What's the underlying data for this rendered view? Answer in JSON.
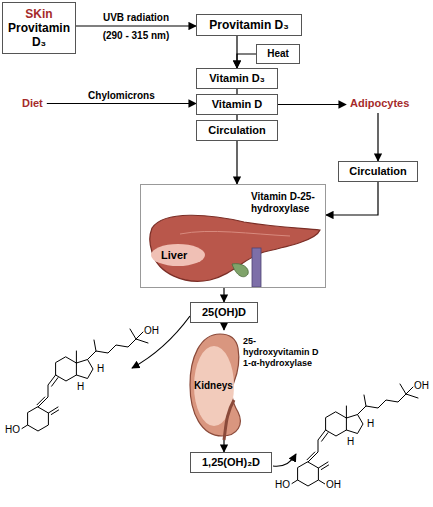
{
  "diagram": {
    "nodes": [
      {
        "text": [
          "SKin",
          "Provitamin D₃"
        ]
      },
      {
        "text": [
          "Provitamin D₃"
        ]
      },
      {
        "text": [
          "Heat"
        ]
      },
      {
        "text": [
          "Vitamin D₃"
        ]
      },
      {
        "text": [
          "Diet"
        ]
      },
      {
        "text": [
          "Vitamin D"
        ]
      },
      {
        "text": [
          "Adipocytes"
        ]
      },
      {
        "text": [
          "Circulation"
        ]
      },
      {
        "text": [
          "Circulation"
        ]
      },
      {
        "text": [
          "Vitamin D-25-hydroxylase",
          "Liver"
        ]
      },
      {
        "text": [
          "25(OH)D"
        ]
      },
      {
        "text": [
          "25-hydroxyvitamin D 1-α-hydroxylase",
          "Kidneys"
        ]
      },
      {
        "text": [
          "1,25(OH)₂D"
        ]
      }
    ],
    "edges": [
      {
        "from": 0,
        "to": 1,
        "arrow": "to",
        "label": "UVB radiation"
      },
      {
        "from": 1,
        "to": 3,
        "arrow": "to"
      },
      {
        "from": 2,
        "to": 3,
        "arrow": "to"
      },
      {
        "from": 3,
        "to": 5,
        "arrow": "none"
      },
      {
        "from": 4,
        "to": 5,
        "arrow": "to",
        "label": "Chylomicrons"
      },
      {
        "from": 5,
        "to": 6,
        "arrow": "to"
      },
      {
        "from": 5,
        "to": 7,
        "arrow": "none"
      },
      {
        "from": 6,
        "to": 8,
        "arrow": "to"
      },
      {
        "from": 7,
        "to": 9,
        "arrow": "to"
      },
      {
        "from": 8,
        "to": 9,
        "arrow": "to"
      },
      {
        "from": 9,
        "to": 10,
        "arrow": "to"
      },
      {
        "from": 10,
        "to": 11,
        "arrow": "to"
      },
      {
        "from": 11,
        "to": 12,
        "arrow": "to"
      }
    ],
    "labels": [
      "(290 - 315 nm)",
      "OH",
      "H",
      "H",
      "HO",
      "OH",
      "H",
      "H",
      "HO",
      "OH"
    ]
  }
}
